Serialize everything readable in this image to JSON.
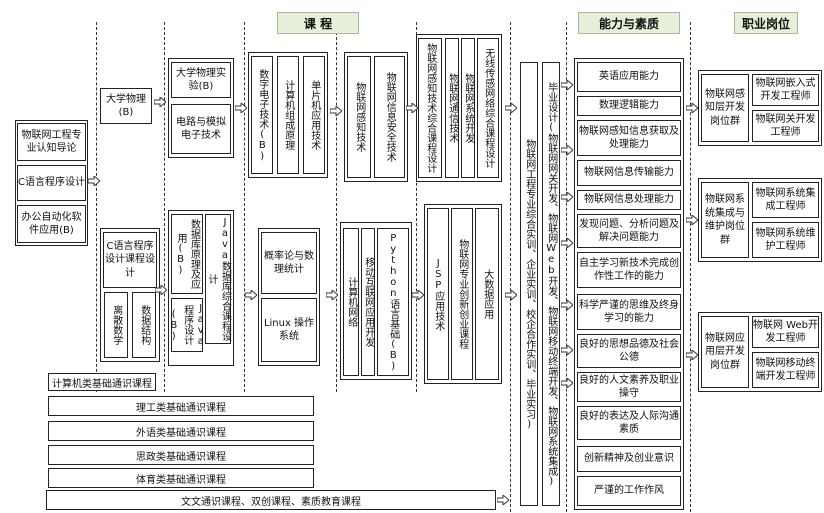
{
  "headers": {
    "courses": "课  程",
    "ability": "能力与素质",
    "career": "职业岗位"
  },
  "col1": [
    "物联网工程专业认知导论",
    "C语言程序设计",
    "办公自动化软件应用(B)"
  ],
  "col2": {
    "physics": "大学物理(B)",
    "c_design": "C语言程序设计课程设计",
    "discrete": "离散数学",
    "datastruct": "数据结构"
  },
  "col3": {
    "physics_lab": "大学物理实验(B)",
    "circuit": "电路与模拟电子技术",
    "db_principle": "数据库原理及应用(B)",
    "java_db": "Java数据库综合课程设计",
    "java_prog": "Java程序设计(B)"
  },
  "col4": {
    "digital": "数字电子技术(B)",
    "comp_org": "计算机组成原理",
    "mcu": "单片机应用技术",
    "probability": "概率论与数理统计",
    "linux": "Linux 操作系统"
  },
  "col5": {
    "sensing": "物联网感知技术",
    "security": "物联网信息安全技术",
    "network": "计算机网络",
    "mobile": "移动互联网应用开发",
    "python": "Python语言基础(B)"
  },
  "col6": {
    "sensing_design": "物联网感知技术综合课程设计",
    "comm": "物联网通信技术",
    "sys_dev": "物联网系统开发",
    "wsn": "无线传感网络综合课程设计",
    "jsp": "JSP应用技术",
    "innovation": "物联网专业创新创业课程",
    "bigdata": "大数据应用"
  },
  "practice1": "物联网工程专业综合实训、企业实训、校企合作实训、毕业实习)",
  "practice2": "毕业设计(物联网网关开发、物联网Web开发、物联网移动终端开发、物联网系统集成)",
  "abilities": [
    "英语应用能力",
    "数理逻辑能力",
    "物联网感知信息获取及处理能力",
    "物联网信息传输能力",
    "物联网信息处理能力",
    "发现问题、分析问题及解决问题能力",
    "自主学习新技术完成创作性工作的能力",
    "科学严谨的思维及终身学习的能力",
    "良好的思想品德及社会公德",
    "良好的人文素养及职业操守",
    "良好的表达及人际沟通素质",
    "创新精神及创业意识",
    "严谨的工作作风"
  ],
  "careers": [
    {
      "group": "物联网感知层开发岗位群",
      "jobs": [
        "物联网嵌入式开发工程师",
        "物联网关开发工程师"
      ]
    },
    {
      "group": "物联网系统集成与维护岗位群",
      "jobs": [
        "物联网系统集成工程师",
        "物联网系统维护工程师"
      ]
    },
    {
      "group": "物联网应用层开发岗位群",
      "jobs": [
        "物联网 Web开发工程师",
        "物联网移动终端开发工程师"
      ]
    }
  ],
  "general": [
    "计算机类基础通识课程",
    "理工类基础通识课程",
    "外语类基础通识课程",
    "思政类基础通识课程",
    "体育类基础通识课程",
    "文文通识课程、双创课程、素质教育课程"
  ]
}
